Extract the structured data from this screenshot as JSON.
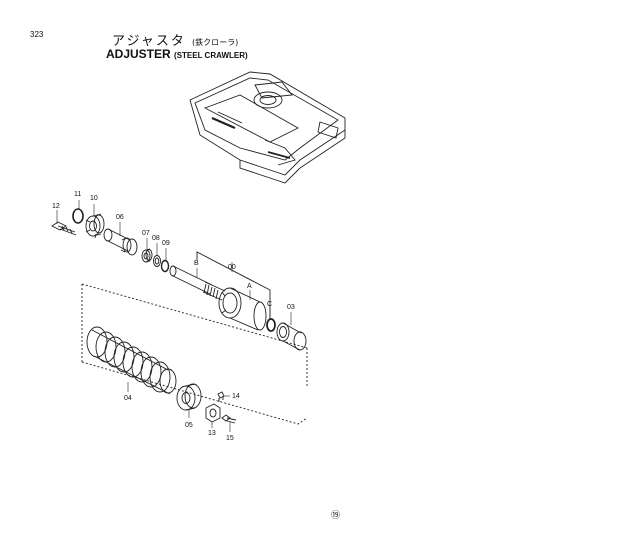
{
  "page_number": "323",
  "title_jp": "アジャスタ",
  "title_jp_sub": "(鉄クローラ)",
  "title_en": "ADJUSTER",
  "title_en_sub": "(STEEL CRAWLER)",
  "footer_mark": "⑲",
  "callouts": {
    "p00": "00",
    "p03": "03",
    "p04": "04",
    "p05": "05",
    "p06": "06",
    "p07": "07",
    "p08": "08",
    "p09": "09",
    "p10": "10",
    "p11": "11",
    "p12": "12",
    "p13": "13",
    "p14": "14",
    "p15": "15",
    "a": "A",
    "b": "B",
    "c": "C"
  }
}
